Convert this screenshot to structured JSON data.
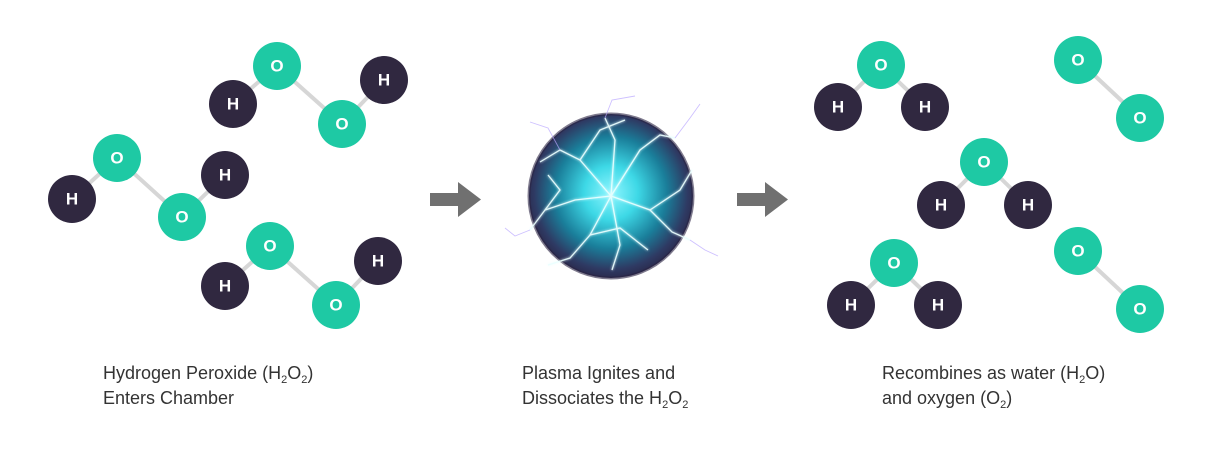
{
  "atoms": {
    "oxygen": "O",
    "hydrogen": "H"
  },
  "colors": {
    "oxygen": "#1ec9a4",
    "hydrogen": "#302840",
    "bond": "#d6d6d6",
    "arrow": "#707070",
    "plasma_core": "#5fe6ee",
    "plasma_edge": "#2a2342"
  },
  "captions": {
    "left": {
      "line1_a": "Hydrogen Peroxide (H",
      "sub1": "2",
      "line1_b": "O",
      "sub2": "2",
      "line1_c": ")",
      "line2": "Enters Chamber"
    },
    "middle": {
      "line1": "Plasma Ignites and",
      "line2_a": "Dissociates the H",
      "sub1": "2",
      "line2_b": "O",
      "sub2": "2"
    },
    "right": {
      "line1_a": "Recombines as water (H",
      "sub1": "2",
      "line1_b": "O)",
      "line2_a": "and oxygen (O",
      "sub2": "2",
      "line2_b": ")"
    }
  }
}
